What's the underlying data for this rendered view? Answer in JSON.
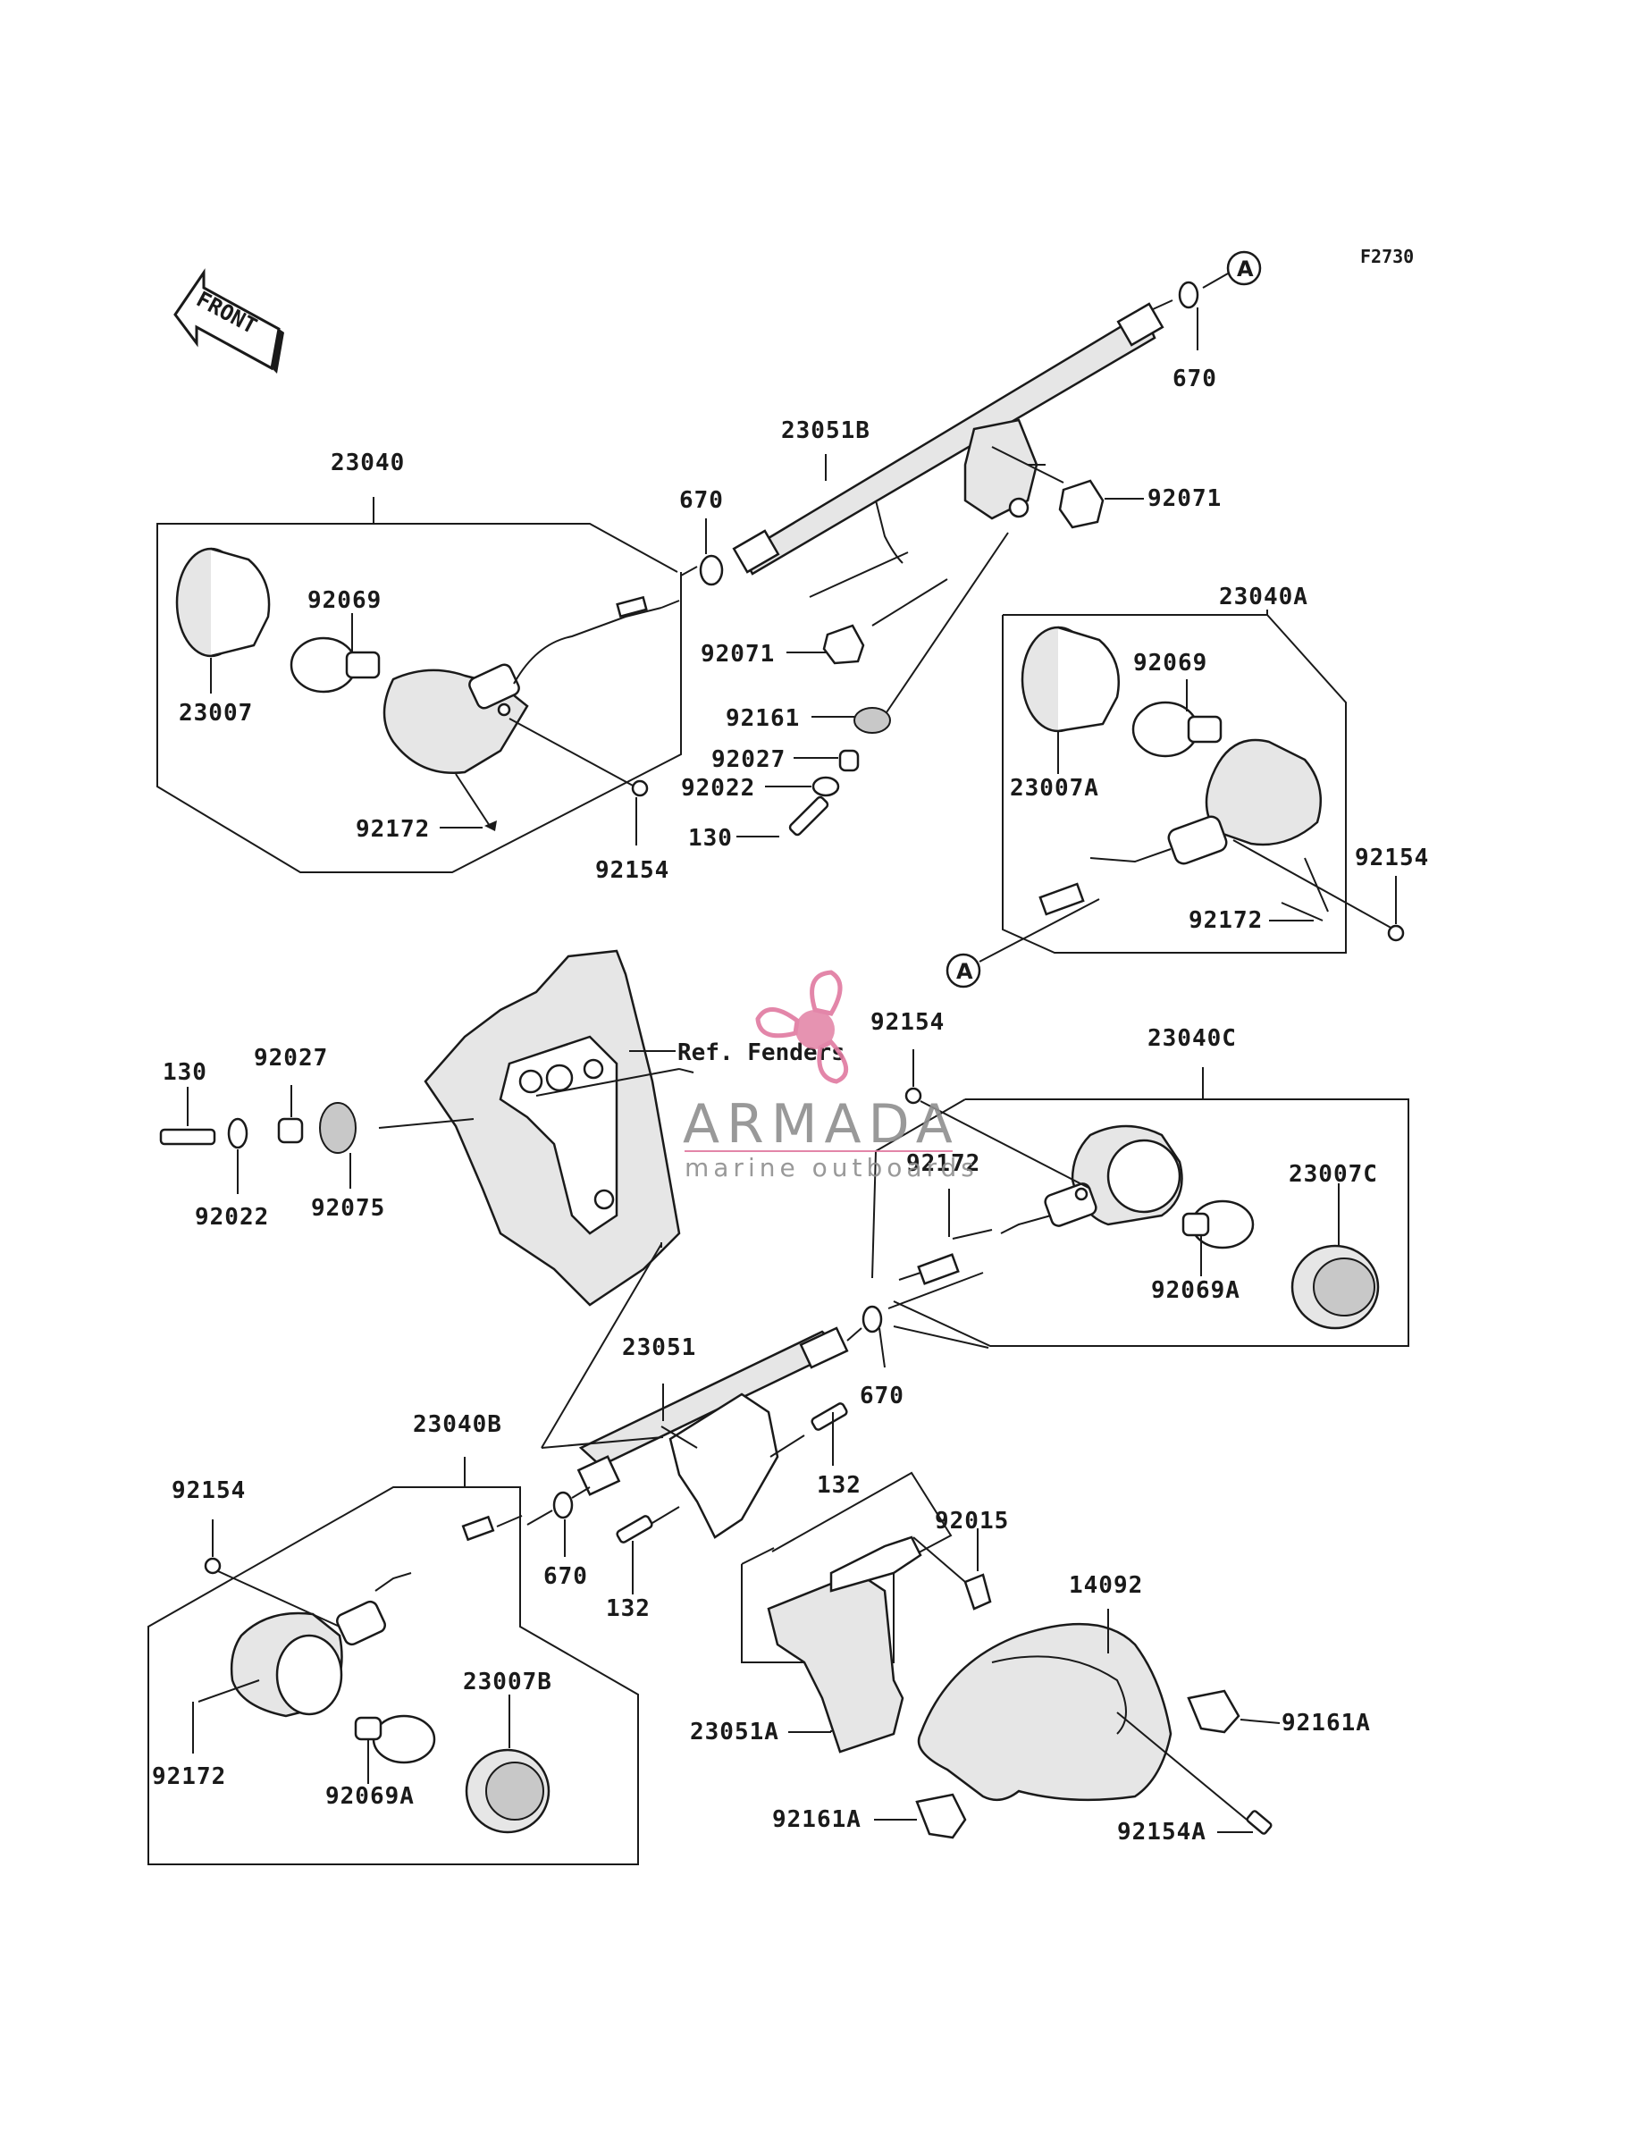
{
  "figure_code": "F2730",
  "front_arrow_label": "FRONT",
  "reference_marker": "A",
  "ref_fenders_label": "Ref. Fenders",
  "watermark": {
    "brand": "ARMADA",
    "tagline": "marine outboards",
    "color_primary": "#e07aa0",
    "color_text": "#8f8f8f"
  },
  "parts": {
    "p23040": "23040",
    "p23040A": "23040A",
    "p23040B": "23040B",
    "p23040C": "23040C",
    "p23051B": "23051B",
    "p23051": "23051",
    "p23051A": "23051A",
    "p23007": "23007",
    "p23007A": "23007A",
    "p23007B": "23007B",
    "p23007C": "23007C",
    "p92069": "92069",
    "p92069A": "92069A",
    "p92172": "92172",
    "p92154": "92154",
    "p92154A": "92154A",
    "p92071": "92071",
    "p92161": "92161",
    "p92161A": "92161A",
    "p92027": "92027",
    "p92022": "92022",
    "p92075": "92075",
    "p92015": "92015",
    "p14092": "14092",
    "p670": "670",
    "p130": "130",
    "p132": "132"
  }
}
